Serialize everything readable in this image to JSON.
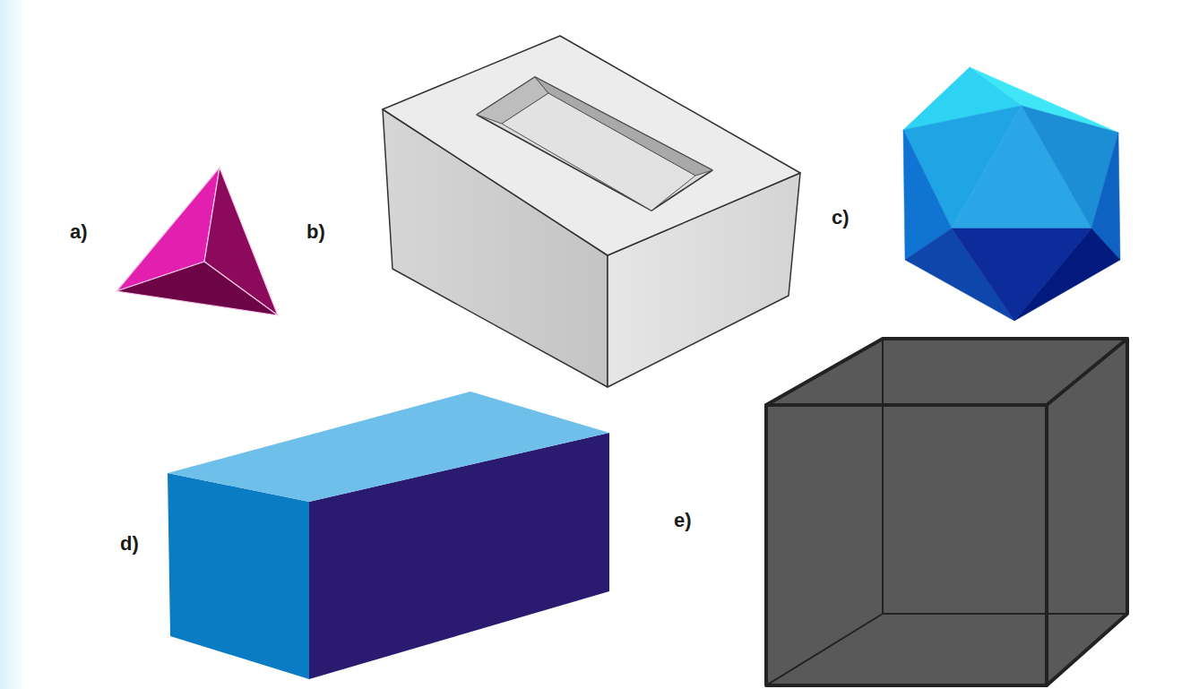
{
  "diagram": {
    "labels": [
      "a)",
      "b)",
      "c)",
      "d)",
      "e)"
    ]
  }
}
